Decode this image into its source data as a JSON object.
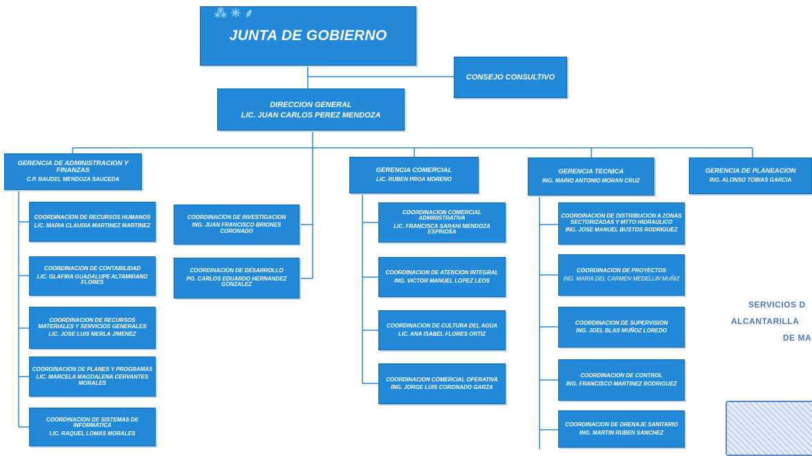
{
  "top": {
    "junta": "JUNTA DE GOBIERNO",
    "consejo": "CONSEJO CONSULTIVO",
    "direccion_title": "DIRECCION GENERAL",
    "direccion_name": "LIC. JUAN CARLOS PEREZ MENDOZA"
  },
  "gerencias": [
    {
      "title": "GERENCIA DE ADMINISTRACION Y FINANZAS",
      "name": "C.P. RAUDEL MENDOZA SAUCEDA"
    },
    {
      "title": "GERENCIA COMERCIAL",
      "name": "LIC. RUBEN PROA MORENO"
    },
    {
      "title": "GERENCIA TECNICA",
      "name": "ING. MARIO ANTONIO MORAN CRUZ"
    },
    {
      "title": "GERENCIA DE PLANEACION",
      "name": "ING. ALONSO TOBIAS GARCIA"
    }
  ],
  "admin_coords": [
    {
      "title": "COORDINACION DE RECURSOS HUMANOS",
      "name": "LIC. MARIA CLAUDIA MARTINEZ MARTINEZ"
    },
    {
      "title": "COORDINACION DE CONTABILIDAD",
      "name": "LIC. GLAFIRA GUADALUPE ALTAMIRANO FLORES"
    },
    {
      "title": "COORDINACION DE RECURSOS MATERIALES Y SERVICIOS GENERALES",
      "name": "LIC. JOSE LUIS MERLA JIMENEZ"
    },
    {
      "title": "COORDINACION DE PLANES Y PROGRAMAS",
      "name": "LIC. MARCELA MAGDALENA CERVANTES MORALES"
    },
    {
      "title": "COORDINACION DE SISTEMAS DE INFORMATICA",
      "name": "LIC. RAQUEL LOMAS MORALES"
    }
  ],
  "dir_coords": [
    {
      "title": "COORDINACION DE INVESTIGACION",
      "name": "ING. JUAN FRANCISCO BRIONES CORONADO"
    },
    {
      "title": "COORDINACION DE DESARROLLO",
      "name": "PG. CARLOS EDUARDO HERNANDEZ GONZALEZ"
    }
  ],
  "com_coords": [
    {
      "title": "COORDINACION COMERCIAL ADMINISTRATIVA",
      "name": "LIC. FRANCISCA SARAHI MENDOZA ESPINOSA"
    },
    {
      "title": "COORDINACION DE ATENCION INTEGRAL",
      "name": "ING. VICTOR MANUEL LOPEZ LEOS"
    },
    {
      "title": "COORDINACION DE CULTURA DEL AGUA",
      "name": "LIC. ANA ISABEL FLORES ORTIZ"
    },
    {
      "title": "COORDINACION COMERCIAL OPERATIVA",
      "name": "ING. JORGE LUIS CORONADO GARZA"
    }
  ],
  "tec_coords": [
    {
      "title": "COORDINACION DE DISTRIBUCION A ZONAS SECTORIZADAS Y MTTO HIDRAULICO",
      "name": "ING. JOSE MANUEL BUSTOS RODRIGUEZ"
    },
    {
      "title": "COORDINACION DE PROYECTOS",
      "name": "ING. MARIA DEL CARMEN MEDELLIN MUÑIZ"
    },
    {
      "title": "COORDINACION DE SUPERVISION",
      "name": "ING. JOEL BLAS MUÑOZ LOREDO"
    },
    {
      "title": "COORDINACION DE CONTROL",
      "name": "ING. FRANCISCO MARTINEZ RODRIGUEZ"
    },
    {
      "title": "COORDINACION DE DRENAJE SANITARIO",
      "name": "ING. MARTIN RUBEN SANCHEZ"
    }
  ],
  "stamp": {
    "line1": "SERVICIOS D",
    "line2": "ALCANTARILLA",
    "line3": "DE MA"
  },
  "colors": {
    "box": "#2189d8",
    "line": "#2b8ad6",
    "stamp": "#4a76c8"
  }
}
